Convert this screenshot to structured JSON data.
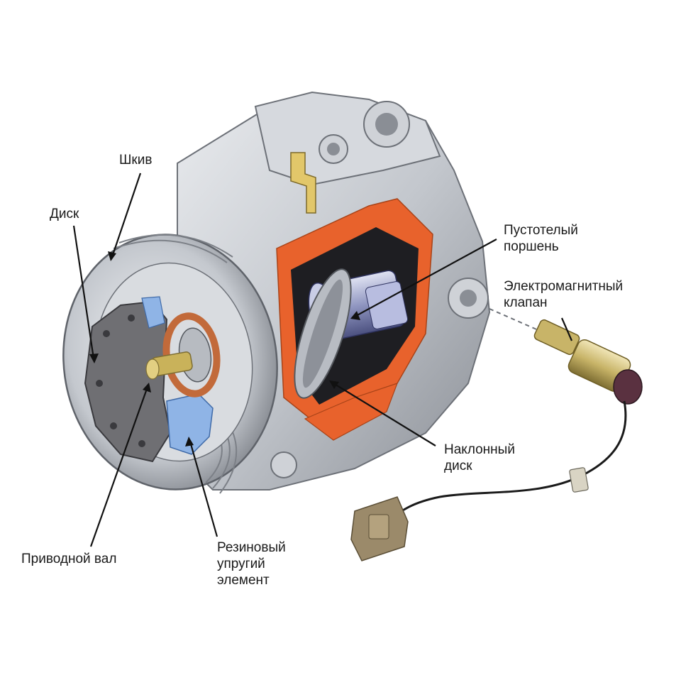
{
  "labels": {
    "pulley": [
      "Шкив"
    ],
    "disc": [
      "Диск"
    ],
    "hollow_piston": [
      "Пустотелый",
      "поршень"
    ],
    "solenoid_valve": [
      "Электромагнитный",
      "клапан"
    ],
    "swash_plate": [
      "Наклонный",
      "диск"
    ],
    "drive_shaft": [
      "Приводной вал"
    ],
    "rubber_element": [
      "Резиновый",
      "упругий",
      "элемент"
    ]
  },
  "colors": {
    "text": "#1a1a1a",
    "leader_line": "#111111",
    "housing": "#c9ccd1",
    "housing_shadow": "#8d9199",
    "cutaway": "#e8622c",
    "piston": "#9aa0c8",
    "rubber": "#8fb4e6",
    "copper": "#c26a3a",
    "brass": "#c9b25a",
    "clutch_plate": "#6f6f73",
    "valve_body": "#d4c27a",
    "valve_cap": "#5a3140",
    "connector": "#9b8a6a"
  }
}
